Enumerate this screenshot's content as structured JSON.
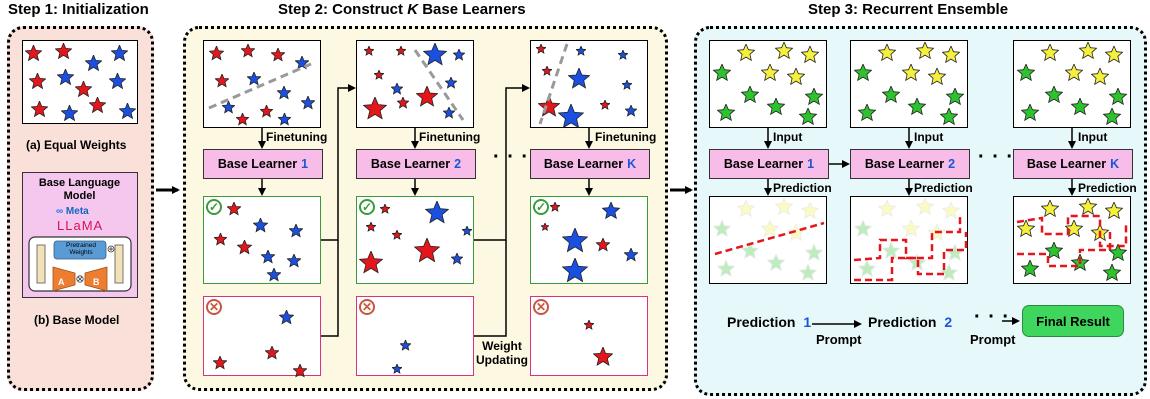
{
  "steps": {
    "step1_title": "Step 1: Initialization",
    "step2_title": "Step 2: Construct K Base Learners",
    "step3_title": "Step 3: Recurrent Ensemble"
  },
  "step1": {
    "equal_weights_caption": "(a) Equal Weights",
    "base_model_heading": "Base Language Model",
    "meta_label": "Meta",
    "llama_label": "LLaMA",
    "pretrained_weights_label": "Pretrained Weights",
    "lora_a_label": "A",
    "lora_b_label": "B",
    "base_model_caption": "(b) Base Model"
  },
  "step2": {
    "finetuning_label": "Finetuning",
    "base_learner_label": "Base Learner",
    "learner_numbers": [
      "1",
      "2",
      "K"
    ],
    "weight_updating_label": "Weight Updating",
    "ellipsis": "· · ·"
  },
  "step3": {
    "input_label": "Input",
    "prediction_label": "Prediction",
    "base_learner_label": "Base Learner",
    "learner_numbers": [
      "1",
      "2",
      "K"
    ],
    "bottom_prediction_label": "Prediction",
    "prompt_label": "Prompt",
    "final_result_label": "Final Result",
    "ellipsis": "· · ·"
  },
  "colors": {
    "red_star": "#e4161c",
    "blue_star": "#1b4fe0",
    "yellow_star": "#f5f03d",
    "green_star": "#2ec22e",
    "learner_box": "#f7bde8",
    "stage1_bg": "#f9e0d8",
    "stage2_bg": "#fdf8e2",
    "stage3_bg": "#e6f8f9",
    "correct_border": "#3b9b3b",
    "wrong_border": "#d8337f",
    "final_result_bg": "#3fd65e"
  }
}
